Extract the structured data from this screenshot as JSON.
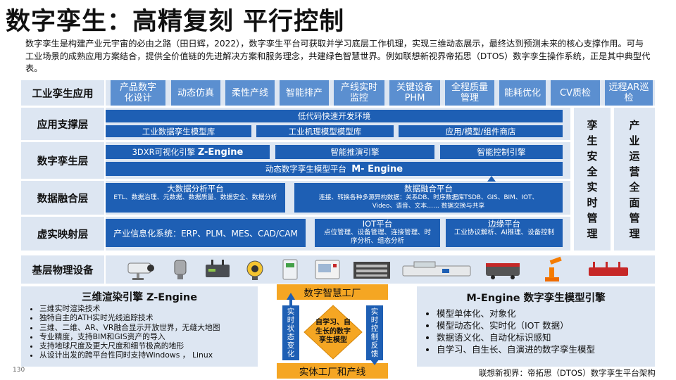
{
  "title": "数字孪生：高精复刻 平行控制",
  "intro": "数字孪生是构建产业元宇宙的必由之路（田日辉，2022），数字孪生平台可获取并学习底层工作机理，实现三维动态展示，最终达到预测未来的核心支撑作用。可与工业场景的成熟应用方案结合，提供全价值链的先进解决方案和服务理念，共建绿色智慧世界。例如联想新视界帝拓思（DTOS）数字孪生操作系统，正是其中典型代表。",
  "rows": {
    "app": "工业孪生应用",
    "support": "应用支撑层",
    "twin": "数字孪生层",
    "fusion": "数据融合层",
    "mapping": "虚实映射层",
    "physical": "基层物理设备"
  },
  "apps": [
    "产品数字化设计",
    "动态仿真",
    "柔性产线",
    "智能排产",
    "产线实时监控",
    "关键设备PHM",
    "全程质量管理",
    "能耗优化",
    "CV质检",
    "远程AR巡检"
  ],
  "support": {
    "lowcode": "低代码快速开发环境",
    "items": [
      "工业数据孪生模型库",
      "工业机理模型模型库",
      "应用/模型/组件商店"
    ]
  },
  "twin": {
    "z_prefix": "3DXR可视化引擎",
    "z_engine": "Z-Engine",
    "inference": "智能推演引擎",
    "control": "智能控制引擎",
    "m_prefix": "动态数字孪生模型平台",
    "m_engine": "M- Engine"
  },
  "fusion": {
    "bigdata_title": "大数据分析平台",
    "bigdata_text": "ETL、数据治理、元数据、数据质量、数据安全、数据分析",
    "fusion_title": "数据融合平台",
    "fusion_line1": "连接、转换各种多源异构数据：关系DB、时序数据库TSDB、GIS、BIM、IOT、",
    "fusion_line2": "Video、语音、文本…… 数据交换与共享"
  },
  "mapping": {
    "info": "产业信息化系统：ERP、PLM、MES、CAD/CAM",
    "iot_title": "IOT平台",
    "iot_text": "点位管理、设备管理、连接管理、时序分析、组态分析",
    "edge_title": "边缘平台",
    "edge_text": "工业协议解析、AI推理、设备控制"
  },
  "side": {
    "security": "孪生安全实时管理",
    "ops": "产业运营全面管理"
  },
  "devices": [
    "camera-icon",
    "sensor-icon",
    "gateway-icon",
    "robot-sensor-icon",
    "cabinet-icon",
    "machine-icon",
    "server-rack-icon",
    "production-line-icon",
    "agv-icon",
    "robot-arm-icon",
    "router-icon"
  ],
  "zcard": {
    "title": "三维渲染引擎 Z-Engine",
    "items": [
      "三维实时渲染技术",
      "独特自主的ATH实时光线追踪技术",
      "三维、二维、AR、VR融合显示开放世界，无缝大地图",
      "专业精度，支持BIM和GIS资产的导入",
      "支持地球尺度及更大尺度和细节极高的地形",
      "从设计出发的跨平台性同时支持Windows ， Linux"
    ]
  },
  "mcard": {
    "title": "M-Engine 数字孪生模型引擎",
    "items": [
      "模型单体化、对象化",
      "模型动态化、实时化（IOT 数据）",
      "数据语义化、自动化标识感知",
      "自学习、自生长、自演进的数字孪生模型"
    ]
  },
  "loop": {
    "top": "数字智慧工厂",
    "bottom": "实体工厂和产线",
    "left": "实时状态变化",
    "right": "实时控制反馈",
    "center": "自学习、自生长的数字孪生模型"
  },
  "page_number": "130",
  "caption": "联想新视界：帝拓思（DTOS）数字孪生平台架构",
  "colors": {
    "primary": "#1e5fb4",
    "light": "#5b8fd0",
    "band": "#dde6f2",
    "accent": "#f5a623"
  }
}
